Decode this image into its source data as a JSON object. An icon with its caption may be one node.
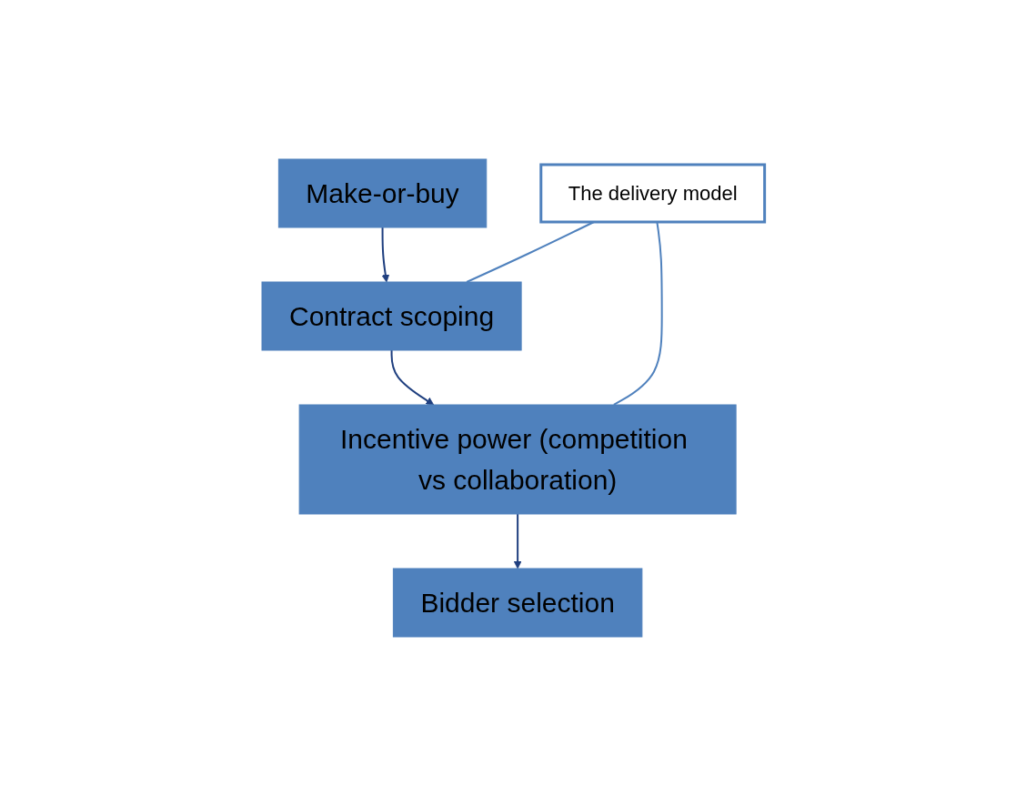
{
  "diagram": {
    "nodes": [
      {
        "text": [
          "Make-or-buy"
        ]
      },
      {
        "text": [
          "Contract scoping"
        ]
      },
      {
        "text": [
          "Incentive power (competition vs collaboration)"
        ]
      },
      {
        "text": [
          "Bidder selection"
        ]
      },
      {
        "text": [
          "The delivery model"
        ]
      }
    ],
    "edges": [
      {
        "from": 0,
        "to": 1,
        "arrow": "to"
      },
      {
        "from": 1,
        "to": 2,
        "arrow": "to"
      },
      {
        "from": 2,
        "to": 3,
        "arrow": "to"
      },
      {
        "from": 4,
        "to": 1,
        "arrow": "none",
        "color": "#4f81bd"
      },
      {
        "from": 4,
        "to": 2,
        "arrow": "none",
        "color": "#4f81bd"
      }
    ]
  }
}
